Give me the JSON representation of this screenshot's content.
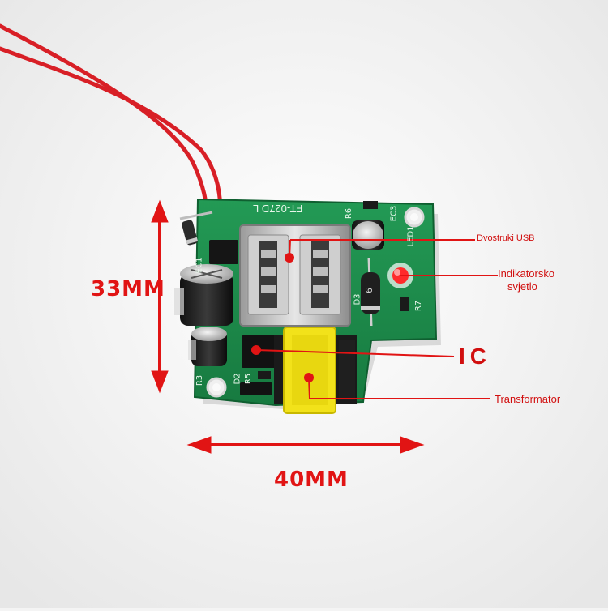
{
  "photo": {
    "board_silkscreen": "FT-027D L",
    "component_labels": [
      "R6",
      "EC3",
      "EC1",
      "LED1",
      "D3",
      "R7",
      "R3",
      "D2",
      "R5"
    ],
    "diode_marking": "6",
    "colors": {
      "background": "#f4f4f4",
      "pcb": "#1d8a4a",
      "wire": "#d81f26",
      "annotation": "#e11414",
      "transformer": "#f2e21a"
    }
  },
  "dimensions": {
    "height_label": "33MM",
    "width_label": "40MM"
  },
  "callouts": {
    "usb": "Dvostruki USB",
    "indicator_line1": "Indikatorsko",
    "indicator_line2": "svjetlo",
    "ic": "IC",
    "transformer": "Transformator"
  }
}
